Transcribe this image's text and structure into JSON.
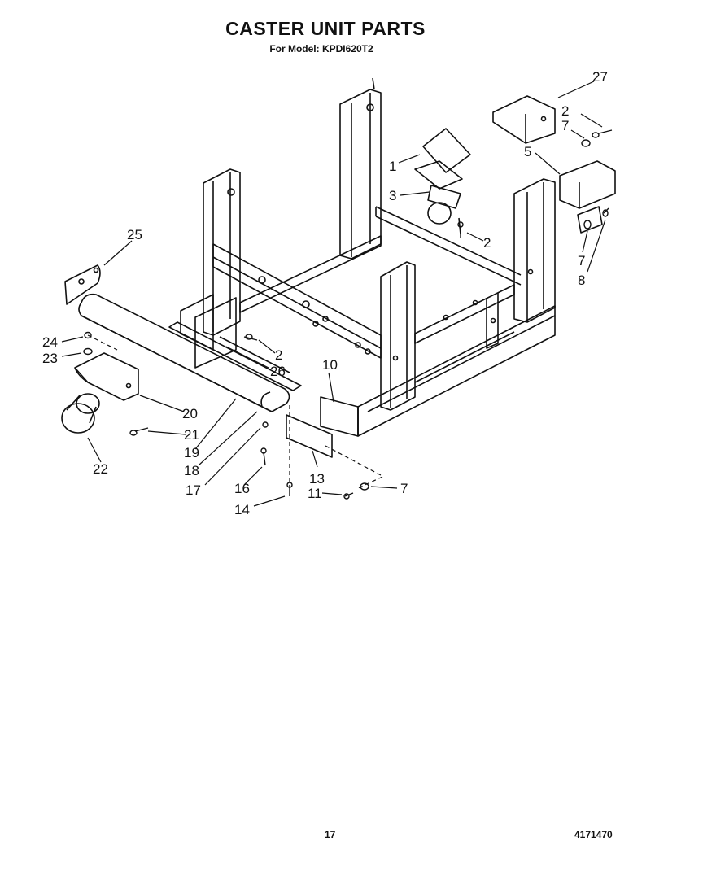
{
  "header": {
    "title": "CASTER UNIT PARTS",
    "model_line": "For Model: KPDI620T2"
  },
  "footer": {
    "page_number": "17",
    "document_number": "4171470"
  },
  "callouts": [
    "27",
    "2",
    "7",
    "5",
    "1",
    "3",
    "2",
    "7",
    "8",
    "25",
    "24",
    "23",
    "2",
    "26",
    "10",
    "20",
    "21",
    "19",
    "18",
    "17",
    "22",
    "16",
    "14",
    "13",
    "11",
    "7"
  ]
}
